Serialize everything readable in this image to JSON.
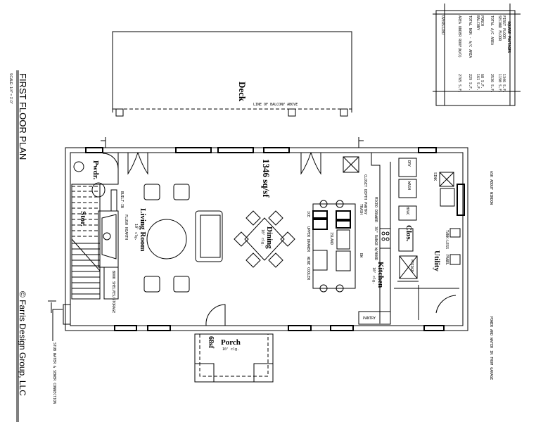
{
  "title": {
    "plan_name": "FIRST FLOOR PLAN",
    "scale": "SCALE: 1/4\" = 1'-0\"",
    "copyright": "© Farris Design Group, LLC"
  },
  "footage_table": {
    "heading": "SQUARE FOOTAGES",
    "rows": [
      {
        "label": "FIRST FLOOR",
        "value": "1346 S.F."
      },
      {
        "label": "SECOND FLOOR",
        "value": "1190 S.F."
      },
      {
        "label": "TOTAL A/C AREA",
        "value": "2536 S.F."
      },
      {
        "label": "PORCH",
        "value": "68 S.F."
      },
      {
        "label": "BALCONY",
        "value": "161 S.F."
      },
      {
        "label": "TOTAL NON - A/C AREA",
        "value": "229 S.F."
      },
      {
        "label": "AREA UNDER ROOF(W/O)",
        "value": "2765 S.F."
      }
    ],
    "footer": "OVERSIZED"
  },
  "rooms": {
    "deck": "Deck",
    "balcony_line": "LINE OF BALCONY ABOVE",
    "main_area": "1346 sq/sf",
    "dining": "Dining",
    "dining_clg": "10' clg.",
    "living": "Living Room",
    "living_clg": "10' clg.",
    "kitchen": "Kitchen",
    "kitchen_clg": "10' clg.",
    "powder": "Pwdr.",
    "storage": "Stor.",
    "closet": "Clos.",
    "utility": "Utility",
    "porch": "Porch",
    "porch_clg": "10' clg.",
    "porch_area": "68sf",
    "pantry": "PANTRY"
  },
  "notes": {
    "window": "ASK ABOUT WINDOW",
    "power": "POWER AND WATER IN FROM GARAGE",
    "stub": "STUB WATER & SEWER CONNECTION",
    "fireplace": "FLUSH HEARTH",
    "built_in": "BUILT-IN",
    "book": "BOOK SHELVES/STORAGE",
    "island": "ISLAND",
    "microwave": "MICRO DRAWER",
    "trash": "TRASH",
    "range": "36\" RANGE W/HOOD",
    "dw": "DW",
    "sink": "SINK",
    "dry": "DRY",
    "wash": "WASH",
    "hvac": "HVAC",
    "panel": "PANEL",
    "tankless": "TANK-LESS",
    "wine": "WINE COOLER",
    "upper": "UPPER DRAWER",
    "ice": "ICE",
    "fridge": "FRIDGE",
    "cabinet": "CLOSET DEPTH PANTRY"
  }
}
